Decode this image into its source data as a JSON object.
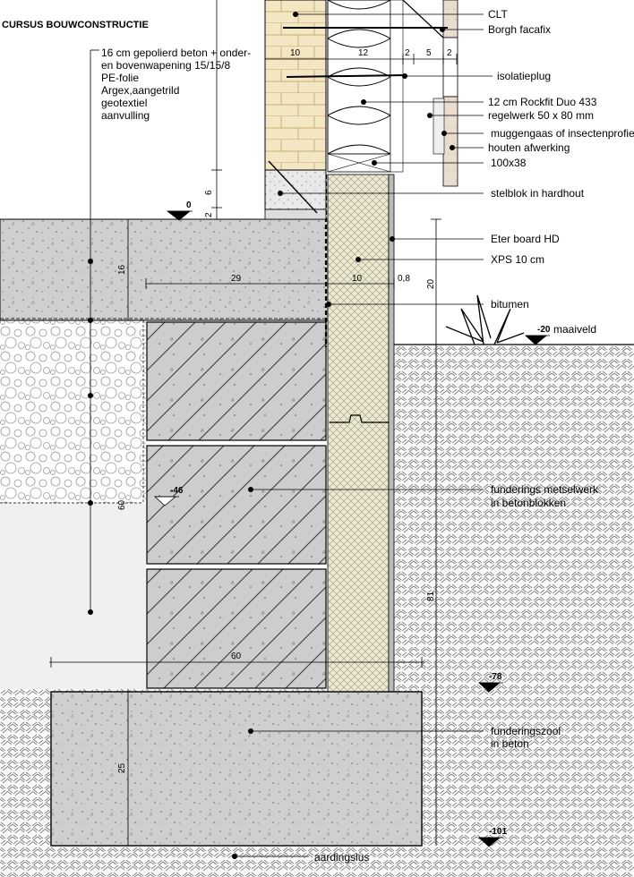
{
  "title": "CURSUS BOUWCONSTRUCTIE",
  "floor_labels": [
    "16 cm gepolierd beton + onder-",
    "en bovenwapening 15/15/8",
    "PE-folie",
    "Argex,aangetrild",
    "geotextiel",
    "aanvulling"
  ],
  "right_labels": {
    "clt": "CLT",
    "borgh": "Borgh facafix",
    "plug": "isolatieplug",
    "rockfit": "12 cm Rockfit Duo 433",
    "regelwerk": "regelwerk 50 x 80 mm",
    "mug": "muggengaas of insectenprofiel",
    "houten": "houten afwerking",
    "lat": "100x38",
    "stelblok": "stelblok in hardhout",
    "eter": "Eter board HD",
    "xps": "XPS 10 cm",
    "bitumen": "bitumen",
    "maaiveld": "maaiveld",
    "metsel1": "funderings metselwerk",
    "metsel2": "in betonblokken",
    "zool1": "funderingszool",
    "zool2": "in beton",
    "aarding": "aardingslus"
  },
  "levels": {
    "l0": "0",
    "l20": "-20",
    "l46": "-46",
    "l78": "-78",
    "l101": "-101"
  },
  "dims": {
    "d10": "10",
    "d12": "12",
    "d2a": "2",
    "d5": "5",
    "d2b": "2",
    "d6": "6",
    "d2c": "2",
    "d16": "16",
    "d29": "29",
    "d10b": "10",
    "d08": "0,8",
    "d20": "20",
    "d60v": "60",
    "d81": "81",
    "d60h": "60",
    "d25": "25"
  }
}
